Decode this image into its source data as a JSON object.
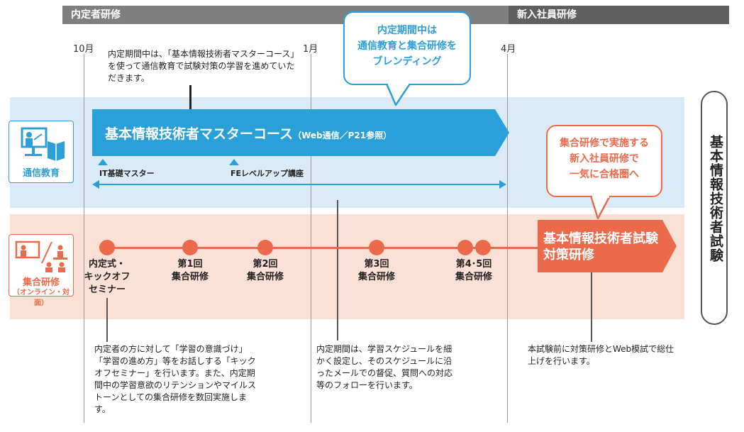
{
  "phases": {
    "phase1_label": "内定者研修",
    "phase2_label": "新入社員研修"
  },
  "months": {
    "oct": "10月",
    "jan": "1月",
    "apr": "4月"
  },
  "notes": {
    "top_note": "内定期間中は、「基本情報技術者マスターコース」を使って通信教育で試験対策の学習を進めていただきます。",
    "kickoff_note": "内定者の方に対して「学習の意識づけ」「学習の進め方」等をお話しする「キックオフセミナー」を行います。また、内定期間中の学習意欲のリテンションやマイルストーンとしての集合研修を数回実施します。",
    "mid_note": "内定期間は、学習スケジュールを細かく設定し、そのスケジュールに沿ったメールでの督促、質問への対応等のフォローを行います。",
    "exam_note": "本試験前に対策研修とWeb模試で総仕上げを行います。"
  },
  "callouts": {
    "blend_line1": "内定期間中は",
    "blend_line2": "通信教育と集合研修を",
    "blend_line3": "ブレンディング",
    "group_line1": "集合研修で実施する",
    "group_line2": "新入社員研修で",
    "group_line3": "一気に合格圏へ"
  },
  "correspondence": {
    "label": "通信教育",
    "course_title": "基本情報技術者マスターコース",
    "course_sub": "（Web通信／P21参照）",
    "milestone1": "IT基礎マスター",
    "milestone2": "FEレベルアップ講座"
  },
  "group": {
    "label": "集合研修",
    "sublabel": "（オンライン・対面）",
    "sessions": [
      {
        "line1": "内定式・",
        "line2": "キックオフ",
        "line3": "セミナー"
      },
      {
        "line1": "第1回",
        "line2": "集合研修"
      },
      {
        "line1": "第2回",
        "line2": "集合研修"
      },
      {
        "line1": "第3回",
        "line2": "集合研修"
      },
      {
        "line1": "第4･5回",
        "line2": "集合研修"
      }
    ],
    "final_line1": "基本情報技術者試験",
    "final_line2": "対策研修"
  },
  "exam": {
    "label": "基本情報技術者試験"
  },
  "colors": {
    "blue_accent": "#2a9fd8",
    "orange_accent": "#ec6a4c",
    "blue_band": "#dbeaf7",
    "pink_band": "#fbe0d6",
    "phase_gray": "#7f7f7f"
  }
}
